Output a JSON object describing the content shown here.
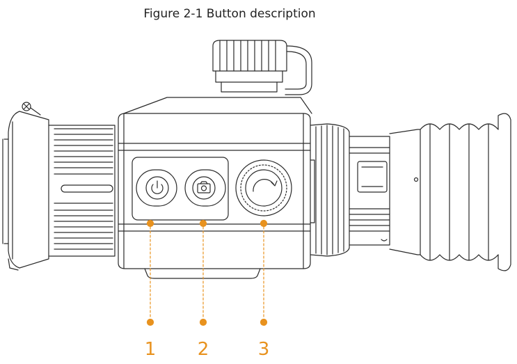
{
  "figure": {
    "caption": "Figure 2-1 Button description"
  },
  "callouts": [
    {
      "number": "1",
      "target": "power button"
    },
    {
      "number": "2",
      "target": "capture button"
    },
    {
      "number": "3",
      "target": "rotary knob"
    }
  ],
  "icons": {
    "power": "power-icon",
    "capture": "camera-icon",
    "knob": "rotate-arrow-icon"
  },
  "colors": {
    "line": "#2a2a2a",
    "callout": "#e8921e"
  }
}
